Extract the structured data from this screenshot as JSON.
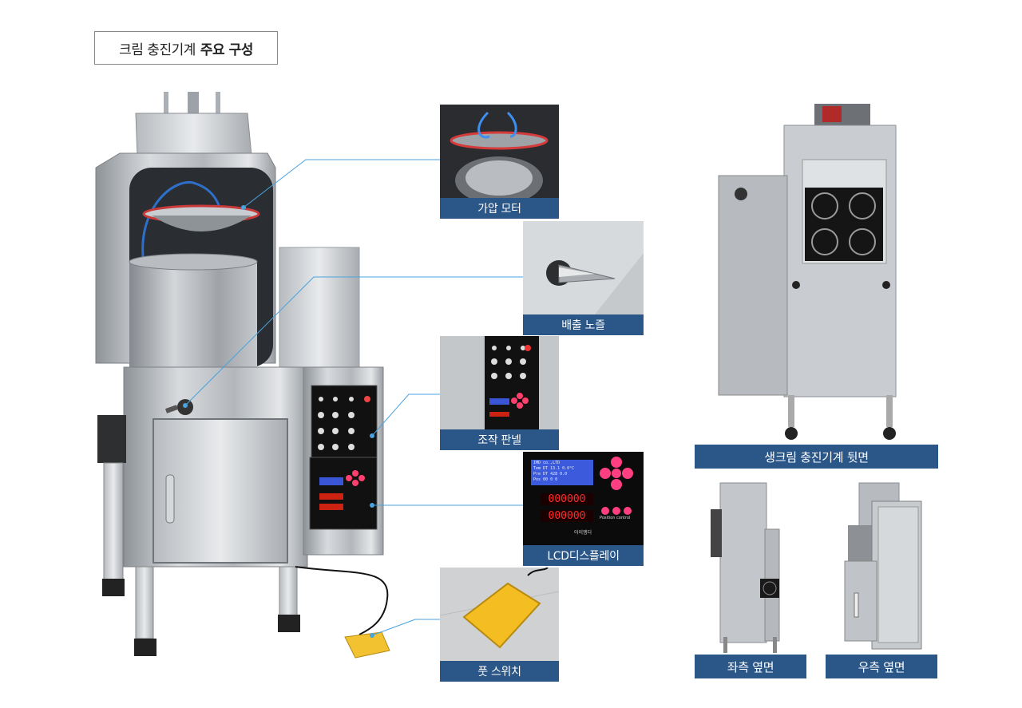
{
  "title": {
    "normal": "크림 충진기계",
    "bold": "주요 구성"
  },
  "callouts": [
    {
      "id": "motor",
      "label": "가압 모터"
    },
    {
      "id": "nozzle",
      "label": "배출 노즐"
    },
    {
      "id": "panel",
      "label": "조작 판넬"
    },
    {
      "id": "lcd",
      "label": "LCD디스플레이"
    },
    {
      "id": "foot",
      "label": "풋 스위치"
    }
  ],
  "views": [
    {
      "id": "back",
      "label": "생크림 충진기계 뒷면"
    },
    {
      "id": "left",
      "label": "좌측 옆면"
    },
    {
      "id": "right",
      "label": "우측 옆면"
    }
  ],
  "lcd_display": {
    "lines": [
      "IMD co.,LTD",
      "Tem DT 13.1 0.0°C",
      "Pre DT 428 0.0",
      "Pos 00 0 0"
    ],
    "counter1": "000000",
    "counter2": "000000",
    "position_label": "Position control",
    "brand": "아이엠디"
  },
  "colors": {
    "caption_bg": "#2b5688",
    "leader": "#4aa3df"
  }
}
